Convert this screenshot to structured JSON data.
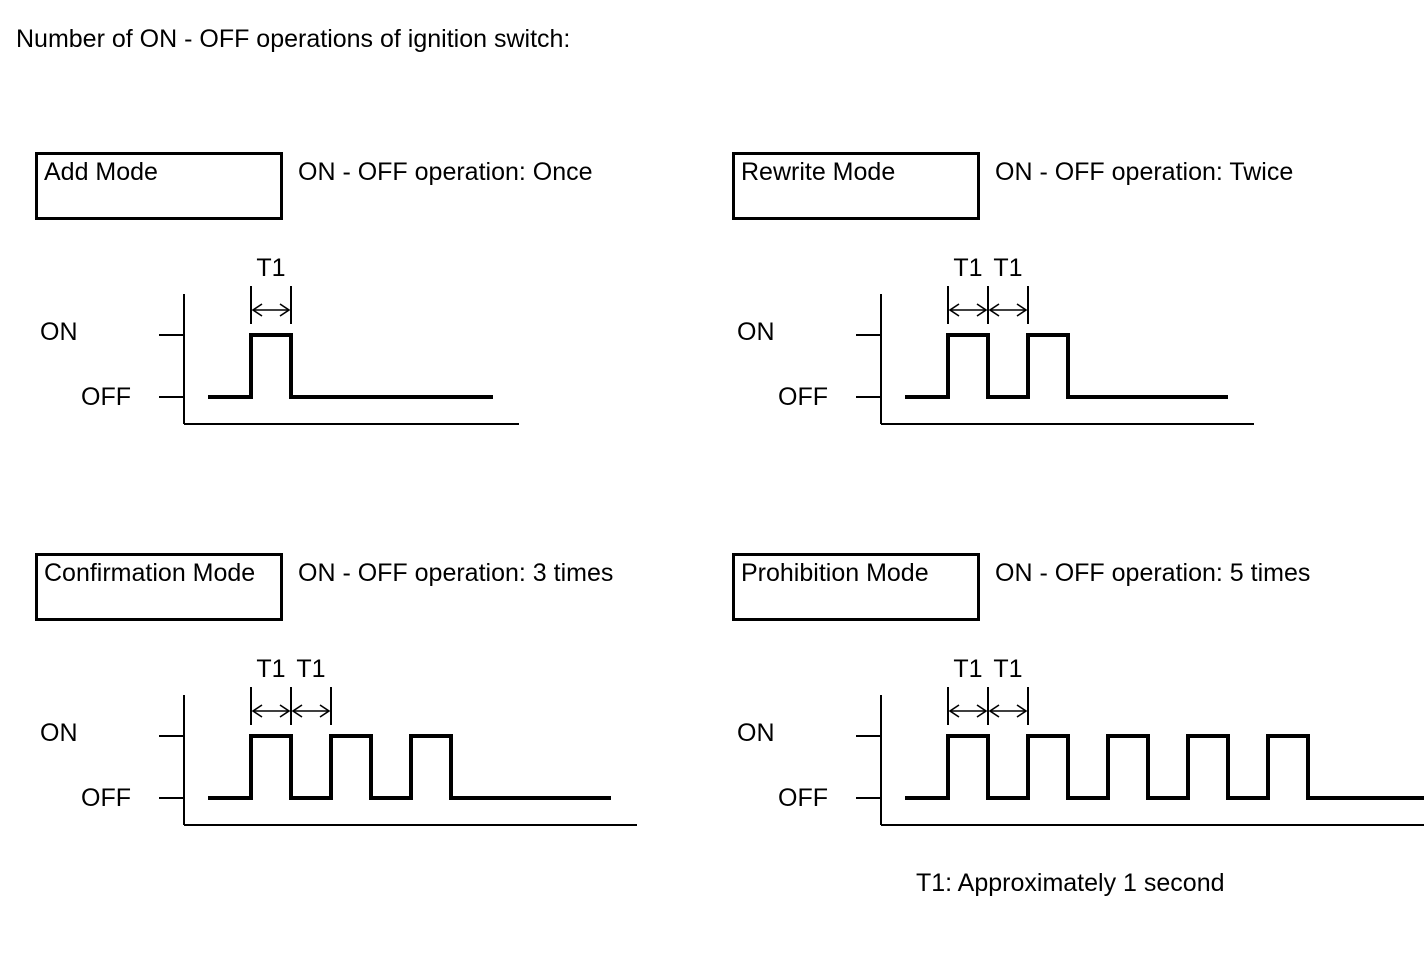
{
  "title": "Number of ON - OFF operations of ignition switch:",
  "note": "T1: Approximately 1 second",
  "axis": {
    "on_label": "ON",
    "off_label": "OFF",
    "interval_label": "T1"
  },
  "panels": [
    {
      "mode": "Add Mode",
      "operation_text": "ON - OFF operation: Once",
      "pulses": 1
    },
    {
      "mode": "Rewrite Mode",
      "operation_text": "ON - OFF operation: Twice",
      "pulses": 2
    },
    {
      "mode": "Confirmation Mode",
      "operation_text": "ON - OFF operation: 3 times",
      "pulses": 3
    },
    {
      "mode": "Prohibition Mode",
      "operation_text": "ON - OFF operation: 5 times",
      "pulses": 5
    }
  ]
}
